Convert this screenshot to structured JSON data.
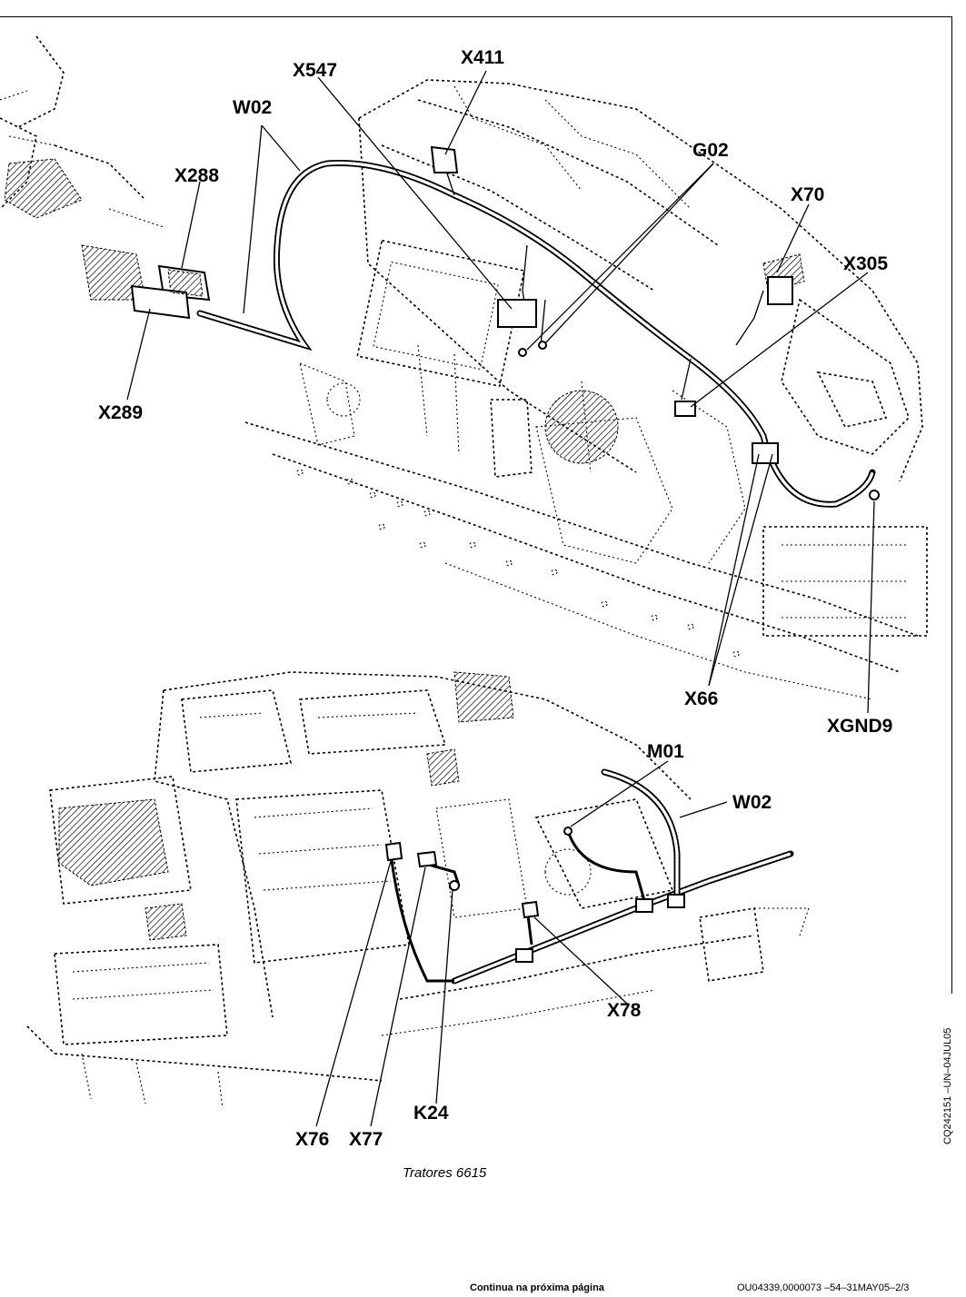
{
  "labels": {
    "x547": "X547",
    "x411": "X411",
    "w02_top": "W02",
    "x288": "X288",
    "g02": "G02",
    "x70": "X70",
    "x305": "X305",
    "x289": "X289",
    "x66": "X66",
    "xgnd9": "XGND9",
    "m01": "M01",
    "w02_bottom": "W02",
    "x78": "X78",
    "k24": "K24",
    "x76": "X76",
    "x77": "X77"
  },
  "caption": "Tratores 6615",
  "side_code": "CQ242151    –UN–04JUL05",
  "footer": {
    "continue": "Continua na próxima página",
    "doc_ref": "OU04339,0000073    –54–31MAY05–2/3"
  }
}
